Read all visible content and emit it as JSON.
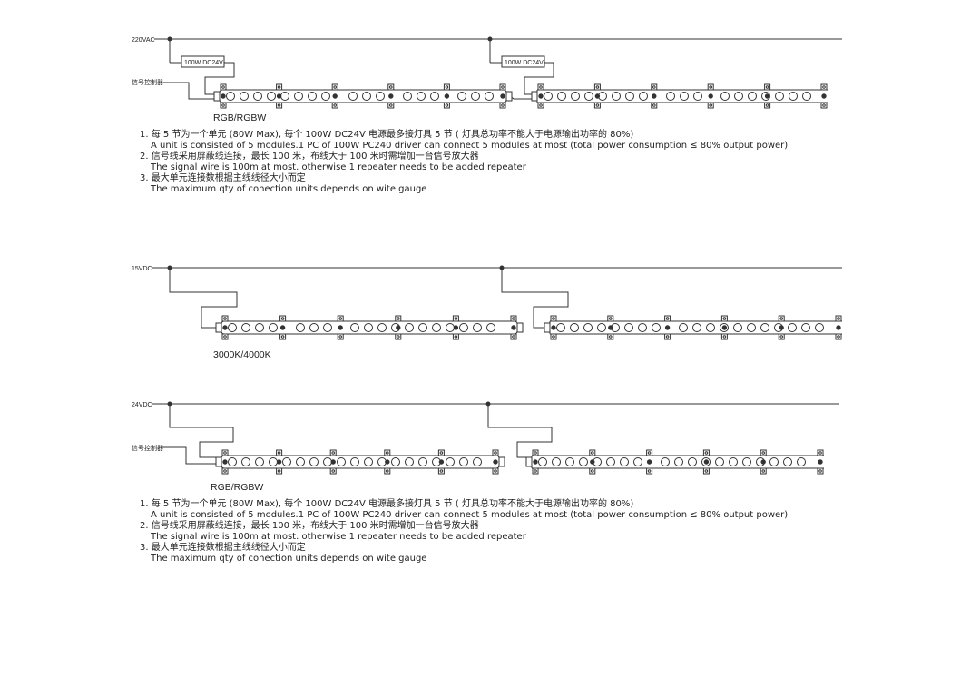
{
  "diagrams": [
    {
      "supply_label": "220VAC",
      "drivers": [
        "100W DC24V",
        "100W DC24V"
      ],
      "controller_label": "信号控制器",
      "caption": "RGB/RGBW"
    },
    {
      "supply_label": "15VDC",
      "caption": "3000K/4000K"
    },
    {
      "supply_label": "24VDC",
      "controller_label": "信号控制器",
      "caption": "RGB/RGBW"
    }
  ],
  "notes": [
    {
      "items": [
        {
          "zh": "1. 每 5 节为一个单元 (80W Max), 每个 100W DC24V 电源最多接灯具 5 节 ( 灯具总功率不能大于电源输出功率的 80%)",
          "en": "A unit is consisted of 5 modules.1 PC of 100W PC240 driver can connect 5 modules at most (total power consumption ≤ 80% output power)"
        },
        {
          "zh": "2. 信号线采用屏蔽线连接，最长 100 米，布线大于 100 米时需增加一台信号放大器",
          "en": "The signal wire is 100m at most. otherwise 1 repeater needs to be added repeater"
        },
        {
          "zh": "3. 最大单元连接数根据主线线径大小而定",
          "en": "The maximum qty of conection units depends on wite gauge"
        }
      ]
    },
    {
      "items": [
        {
          "zh": "1. 每 5 节为一个单元 (80W Max), 每个 100W DC24V 电源最多接灯具 5 节 ( 灯具总功率不能大于电源输出功率的 80%)",
          "en": "A unit is consisted of 5 modules.1 PC of 100W PC240 driver can connect 5 modules at most (total power consumption ≤ 80% output power)"
        },
        {
          "zh": "2. 信号线采用屏蔽线连接，最长 100 米，布线大于 100 米时需增加一台信号放大器",
          "en": "The signal wire is 100m at most. otherwise 1 repeater needs to be added repeater"
        },
        {
          "zh": "3. 最大单元连接数根据主线线径大小而定",
          "en": "The maximum qty of conection units depends on wite gauge"
        }
      ]
    }
  ]
}
